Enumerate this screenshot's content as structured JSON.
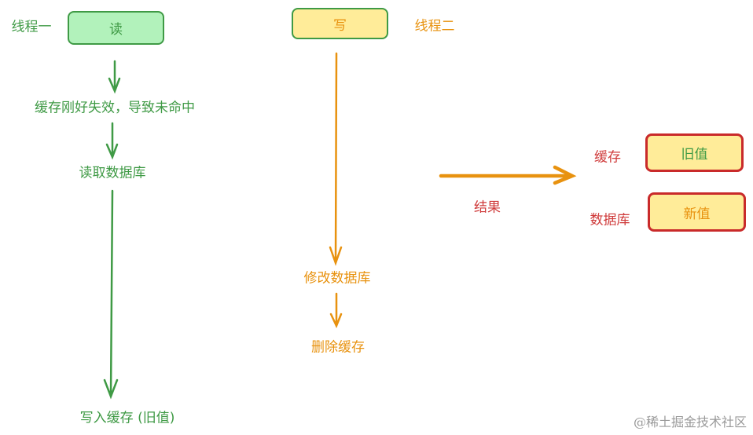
{
  "thread1": {
    "label": "线程一",
    "box": "读",
    "step1": "缓存刚好失效，导致未命中",
    "step2": "读取数据库",
    "step3": "写入缓存 (旧值)"
  },
  "thread2": {
    "label": "线程二",
    "box": "写",
    "step1": "修改数据库",
    "step2": "删除缓存"
  },
  "result": {
    "label": "结果",
    "cache_label": "缓存",
    "cache_value": "旧值",
    "db_label": "数据库",
    "db_value": "新值"
  },
  "watermark": "@稀土掘金技术社区",
  "colors": {
    "green": "#3f9a45",
    "green_fill": "#b2f2bb",
    "yellow_fill": "#ffec99",
    "orange": "#e8920f",
    "red": "#c92a2a"
  }
}
